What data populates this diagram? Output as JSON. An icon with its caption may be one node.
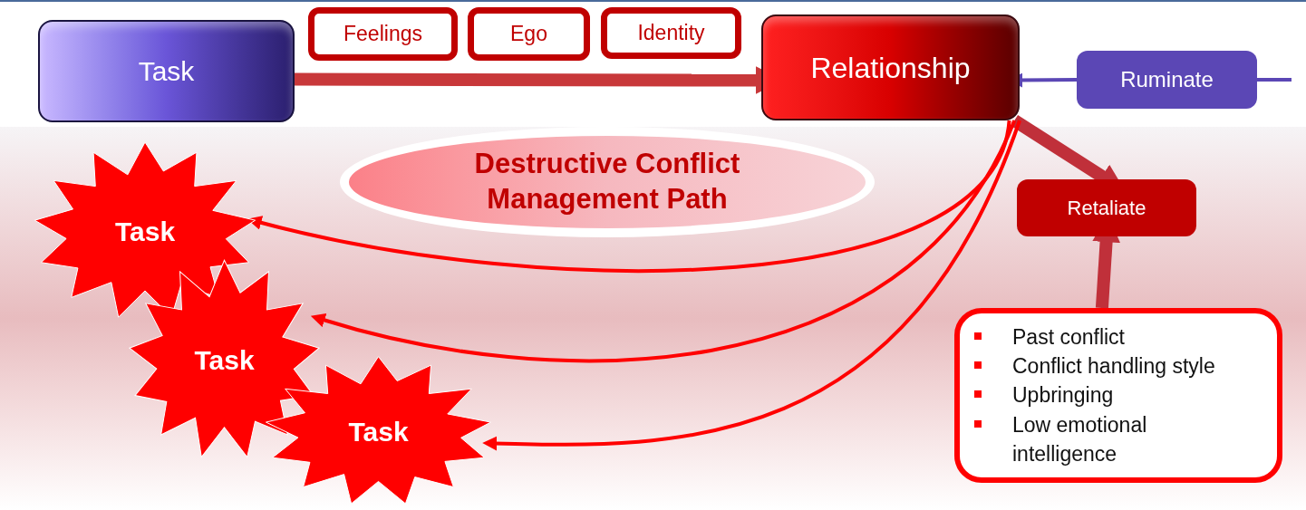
{
  "diagram": {
    "nodes": [
      {
        "text": [
          "Task"
        ]
      },
      {
        "text": [
          "Feelings"
        ]
      },
      {
        "text": [
          "Ego"
        ]
      },
      {
        "text": [
          "Identity"
        ]
      },
      {
        "text": [
          "Relationship"
        ]
      },
      {
        "text": [
          "Ruminate"
        ]
      },
      {
        "text": [
          "Destructive Conflict Management Path"
        ]
      },
      {
        "text": [
          "Retaliate"
        ]
      },
      {
        "text": [
          "Task"
        ]
      },
      {
        "text": [
          "Task"
        ]
      },
      {
        "text": [
          "Task"
        ]
      },
      {
        "text": [
          "Past conflict",
          "Conflict handling style",
          "Upbringing",
          "Low emotional intelligence"
        ]
      }
    ],
    "edges": [
      {
        "from": 0,
        "to": 4,
        "arrow": "to",
        "style": "thick",
        "color": "#c8383a"
      },
      {
        "from": 5,
        "to": 4,
        "arrow": "to",
        "color": "#5b47b5"
      },
      {
        "from": null,
        "to": 5,
        "arrow": "none",
        "color": "#5b47b5"
      },
      {
        "from": 4,
        "to": 7,
        "arrow": "to",
        "style": "thick",
        "color": "#c0303a"
      },
      {
        "from": 11,
        "to": 7,
        "arrow": "to",
        "style": "thick",
        "color": "#c0303a"
      },
      {
        "from": 4,
        "to": 8,
        "arrow": "to"
      },
      {
        "from": 4,
        "to": 9,
        "arrow": "to"
      },
      {
        "from": 4,
        "to": 10,
        "arrow": "to"
      }
    ]
  }
}
